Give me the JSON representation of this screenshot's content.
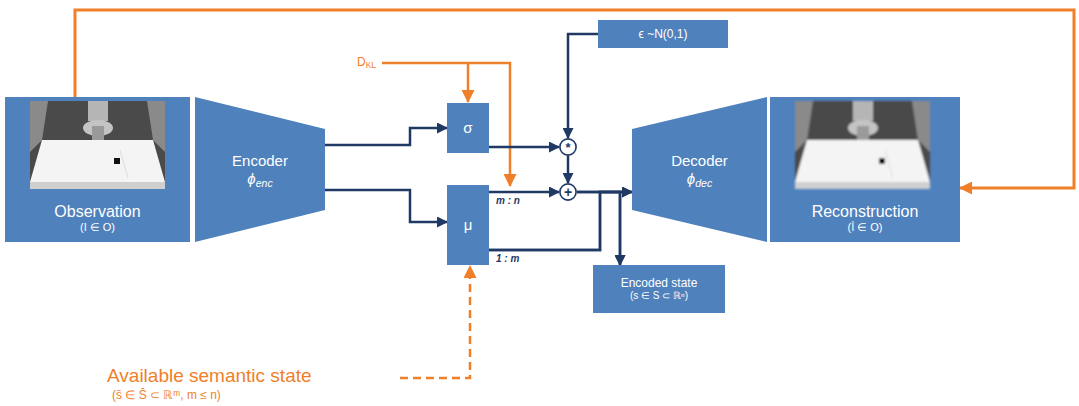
{
  "diagram": {
    "nodes": [
      {
        "text": [
          "Observation",
          "(I ∈ O)"
        ]
      },
      {
        "text": [
          "Encoder",
          "ϕenc"
        ]
      },
      {
        "text": [
          "σ"
        ]
      },
      {
        "text": [
          "μ"
        ]
      },
      {
        "text": [
          "ϵ ~N(0,1)"
        ]
      },
      {
        "text": [
          "*"
        ]
      },
      {
        "text": [
          "+"
        ]
      },
      {
        "text": [
          "Decoder",
          "ϕdec"
        ]
      },
      {
        "text": [
          "Reconstruction",
          "(Î ∈ O)"
        ]
      },
      {
        "text": [
          "Encoded state",
          "(s ∈ S ⊂ ℝⁿ)"
        ]
      }
    ],
    "edges": [
      {
        "from": 0,
        "to": 8,
        "arrow": "to"
      },
      {
        "from": 1,
        "to": 2,
        "arrow": "to"
      },
      {
        "from": 1,
        "to": 3,
        "arrow": "to"
      },
      {
        "from": 2,
        "to": 5,
        "arrow": "to"
      },
      {
        "from": 4,
        "to": 5,
        "arrow": "to"
      },
      {
        "from": 5,
        "to": 6,
        "arrow": "to"
      },
      {
        "from": 3,
        "to": 6,
        "label": "m : n",
        "arrow": "to"
      },
      {
        "from": 6,
        "to": 7,
        "arrow": "to"
      },
      {
        "from": 6,
        "to": 9,
        "arrow": "to"
      },
      {
        "from": 3,
        "to": 7,
        "label": "1 : m",
        "arrow": "to"
      },
      {
        "from": 3,
        "to": 9,
        "arrow": "to"
      }
    ],
    "labels": [
      "DKL",
      "Available semantic state",
      "(s̄ ∈ S̄ ⊂ ℝᵐ, m ≤ n)"
    ]
  }
}
